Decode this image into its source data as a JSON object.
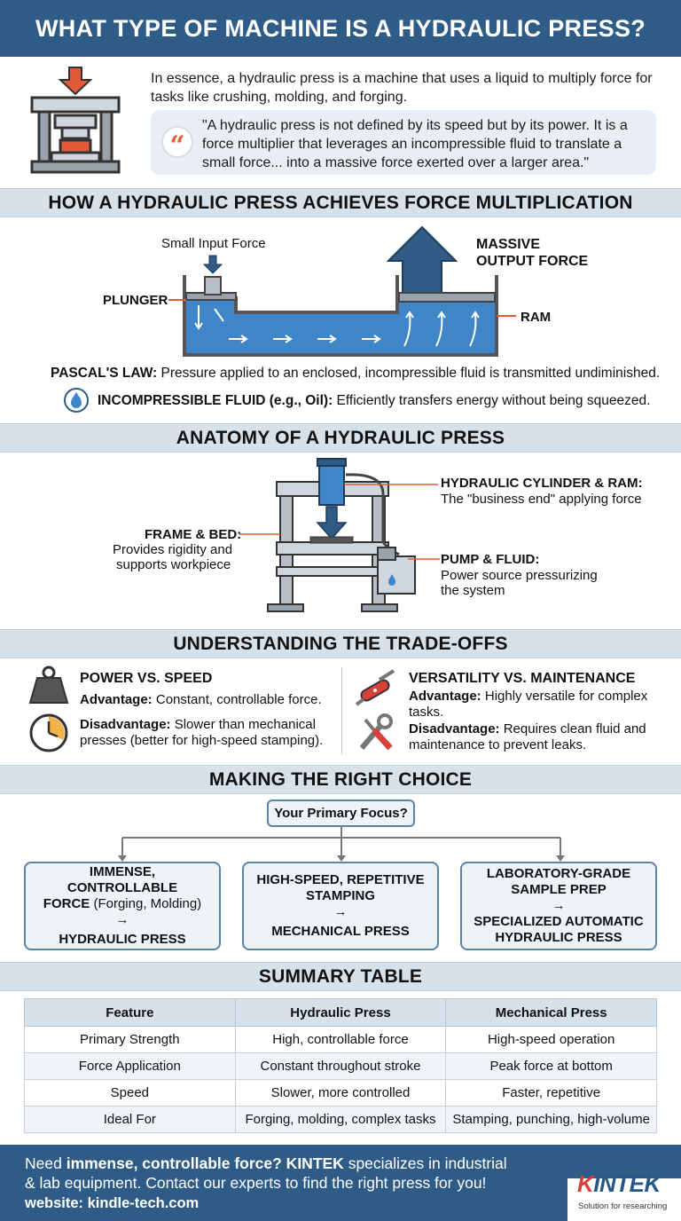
{
  "title": "WHAT TYPE OF MACHINE IS A HYDRAULIC PRESS?",
  "intro": {
    "text": "In essence, a hydraulic press is a machine that uses a liquid to multiply force for tasks like crushing, molding, and forging.",
    "quote": "\"A hydraulic press is not defined by its speed but by its power. It is a force multiplier that leverages an incompressible fluid to translate a small force... into a massive force exerted over a larger area.\"",
    "quote_icon": "quote-icon"
  },
  "force": {
    "heading": "HOW A HYDRAULIC PRESS ACHIEVES FORCE MULTIPLICATION",
    "small_input": "Small Input Force",
    "massive_output_1": "MASSIVE",
    "massive_output_2": "OUTPUT FORCE",
    "plunger": "PLUNGER",
    "ram": "RAM",
    "law_label": "PASCAL'S LAW:",
    "law_text": " Pressure applied to an enclosed, incompressible fluid is transmitted undiminished.",
    "fluid_label": "INCOMPRESSIBLE FLUID (e.g., Oil):",
    "fluid_text": " Efficiently transfers energy without being squeezed."
  },
  "anatomy": {
    "heading": "ANATOMY OF A HYDRAULIC PRESS",
    "cylinder_title": "HYDRAULIC CYLINDER & RAM:",
    "cylinder_desc": "The \"business end\" applying force",
    "frame_title": "FRAME & BED:",
    "frame_desc_1": "Provides rigidity and",
    "frame_desc_2": "supports workpiece",
    "pump_title": "PUMP & FLUID:",
    "pump_desc_1": "Power source pressurizing",
    "pump_desc_2": "the system"
  },
  "tradeoffs": {
    "heading": "UNDERSTANDING THE TRADE-OFFS",
    "left_title": "POWER VS. SPEED",
    "left_adv_label": "Advantage:",
    "left_adv_text": " Constant, controllable force.",
    "left_dis_label": "Disadvantage:",
    "left_dis_text": " Slower than mechanical presses (better for high-speed stamping).",
    "right_title": "VERSATILITY VS. MAINTENANCE",
    "right_adv_label": "Advantage:",
    "right_adv_text": " Highly versatile for complex tasks.",
    "right_dis_label": "Disadvantage:",
    "right_dis_text": " Requires clean fluid and maintenance to prevent leaks."
  },
  "choice": {
    "heading": "MAKING THE RIGHT CHOICE",
    "focus": "Your Primary Focus?",
    "option1_a": "IMMENSE, CONTROLLABLE",
    "option1_b": "FORCE",
    "option1_c": " (Forging, Molding)",
    "option1_result": "HYDRAULIC PRESS",
    "option2_a": "HIGH-SPEED, REPETITIVE",
    "option2_b": "STAMPING",
    "option2_result": "MECHANICAL PRESS",
    "option3_a": "LABORATORY-GRADE",
    "option3_b": "SAMPLE PREP",
    "option3_result_a": "SPECIALIZED AUTOMATIC",
    "option3_result_b": "HYDRAULIC PRESS",
    "arrow": "→"
  },
  "summary": {
    "heading": "SUMMARY TABLE",
    "columns": [
      "Feature",
      "Hydraulic Press",
      "Mechanical Press"
    ],
    "rows": [
      [
        "Primary Strength",
        "High, controllable force",
        "High-speed operation"
      ],
      [
        "Force Application",
        "Constant throughout stroke",
        "Peak force at bottom"
      ],
      [
        "Speed",
        "Slower, more controlled",
        "Faster, repetitive"
      ],
      [
        "Ideal For",
        "Forging, molding, complex tasks",
        "Stamping, punching, high-volume"
      ]
    ]
  },
  "footer": {
    "text_1": "Need ",
    "text_bold_1": "immense, controllable force? KINTEK",
    "text_2": " specializes in industrial & lab equipment. Contact our experts to find the right press for you!",
    "website": "website: kindle-tech.com",
    "logo_k": "K",
    "logo_rest": "INTEK",
    "tagline": "Solution for researching"
  },
  "colors": {
    "primary": "#2f5b87",
    "band": "#d7e1ea",
    "accent": "#d8623b",
    "fluid": "#3f86c8"
  }
}
